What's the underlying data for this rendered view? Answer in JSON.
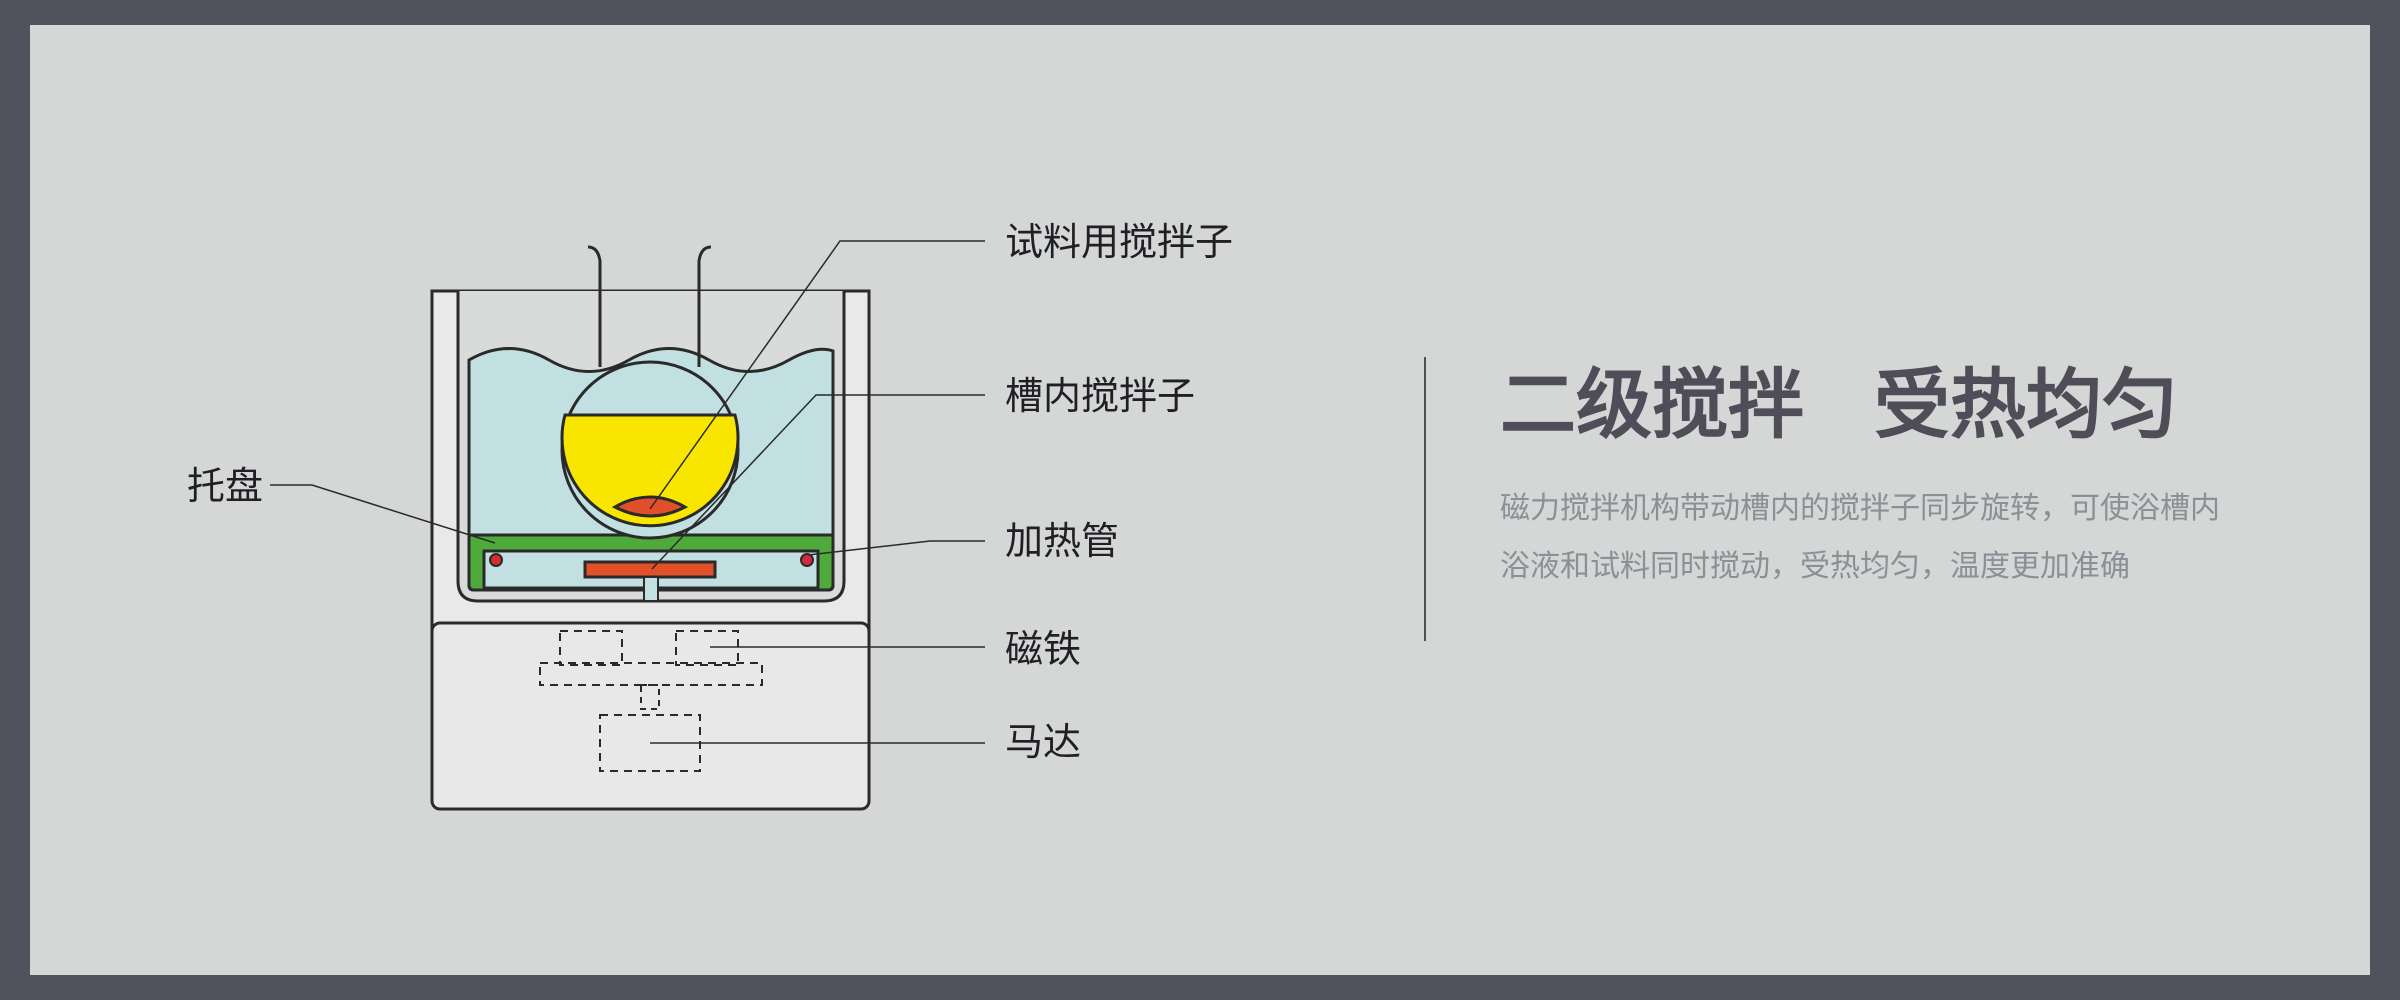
{
  "diagram": {
    "labels": {
      "sample_stirrer": "试料用搅拌子",
      "bath_stirrer": "槽内搅拌子",
      "tray": "托盘",
      "heating_tube": "加热管",
      "magnet": "磁铁",
      "motor": "马达"
    },
    "colors": {
      "bath_liquid": "#c2dfe1",
      "sample_flask": "#f8e600",
      "sample_stirrer": "#e2502a",
      "bath_stirrer": "#e2502a",
      "tray": "#4faa3c",
      "heating_dot": "#d42a3a",
      "housing": "#e8e8e8",
      "outline": "#2a2a2a"
    }
  },
  "feature": {
    "title_part1": "二级搅拌",
    "title_part2": "受热均匀",
    "description": "磁力搅拌机构带动槽内的搅拌子同步旋转，可使浴槽内浴液和试料同时搅动，受热均匀，温度更加准确"
  }
}
